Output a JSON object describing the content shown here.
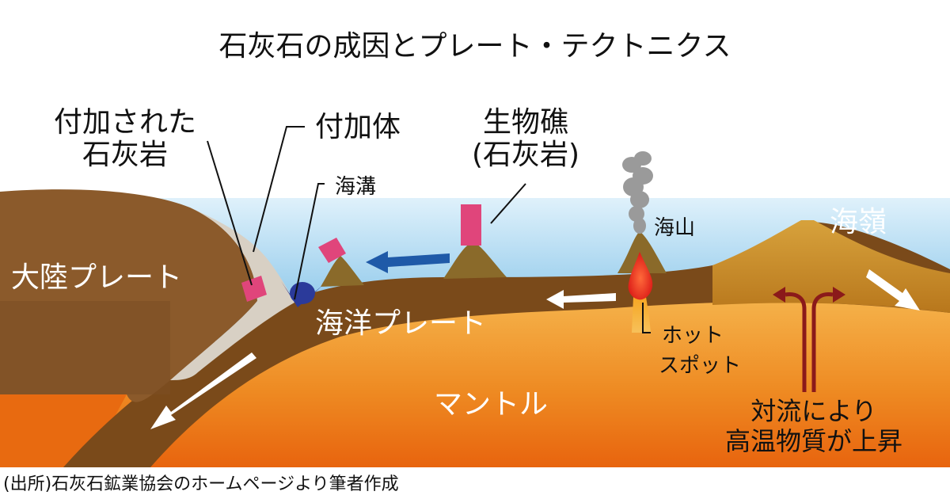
{
  "title": "石灰石の成因とプレート・テクトニクス",
  "source_note": "(出所)石灰石鉱業協会のホームページより筆者作成",
  "labels": {
    "accreted_limestone_line1": "付加された",
    "accreted_limestone_line2": "石灰岩",
    "accretionary_prism": "付加体",
    "biogenic_reef_line1": "生物礁",
    "biogenic_reef_line2": "(石灰岩)",
    "trench": "海溝",
    "seamount": "海山",
    "ocean_ridge": "海嶺",
    "continental_plate": "大陸プレート",
    "oceanic_plate": "海洋プレート",
    "hotspot_line1": "ホット",
    "hotspot_line2": "スポット",
    "mantle": "マントル",
    "convection_line1": "対流により",
    "convection_line2": "高温物質が上昇"
  },
  "colors": {
    "sky": "#ffffff",
    "sea_top": "#d9eef9",
    "sea_bottom": "#7ec3ea",
    "continent": "#8b5a2b",
    "accretion": "#d8d0c4",
    "oceanic_plate": "#7a4a1a",
    "mantle_top": "#f2a33a",
    "mantle_bottom": "#e86a10",
    "limestone": "#e0457b",
    "trench": "#2b3a9a",
    "plate_arrow": "#1f5aa8",
    "convection_arrow": "#8b1a1a",
    "magma": "#e32020"
  },
  "icons": [
    "smoke-plume-icon",
    "magma-drop-icon",
    "plate-motion-arrow-icon",
    "convection-arrow-icon"
  ]
}
